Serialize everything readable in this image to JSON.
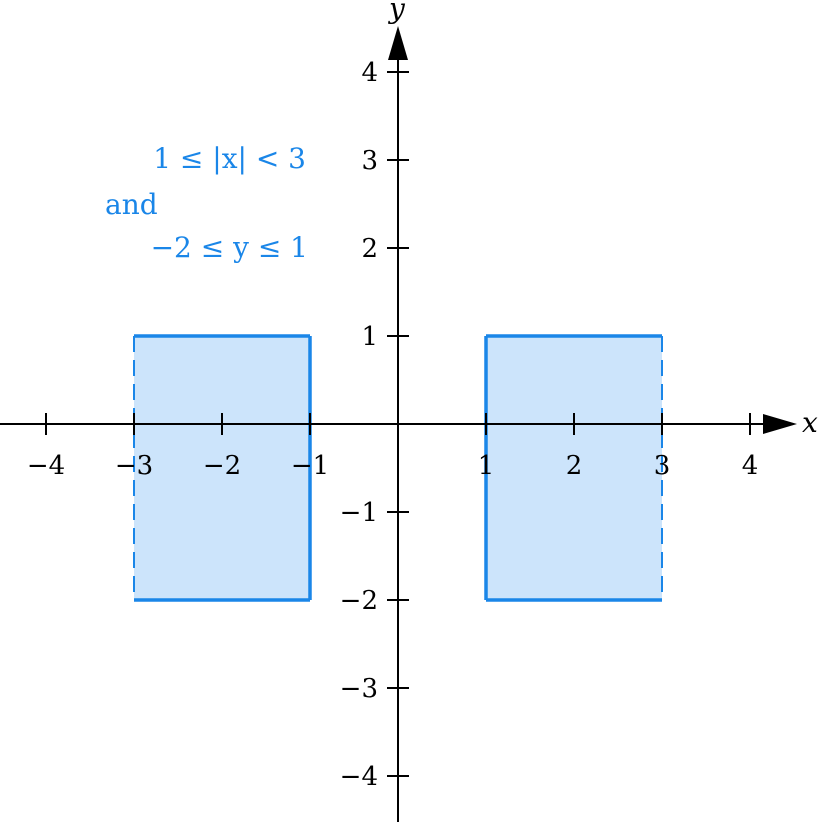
{
  "chart_data": {
    "type": "region",
    "xlabel": "x",
    "ylabel": "y",
    "xlim": [
      -4.5,
      4.5
    ],
    "ylim": [
      -4.5,
      4.5
    ],
    "x_ticks": [
      -4,
      -3,
      -2,
      -1,
      1,
      2,
      3,
      4
    ],
    "x_tick_labels": [
      "−4",
      "−3",
      "−2",
      "−1",
      "1",
      "2",
      "3",
      "4"
    ],
    "y_ticks": [
      -4,
      -3,
      -2,
      -1,
      1,
      2,
      3,
      4
    ],
    "y_tick_labels": [
      "−4",
      "−3",
      "−2",
      "−1",
      "1",
      "2",
      "3",
      "4"
    ],
    "annotation": {
      "line1": "1 ≤ |x| < 3",
      "line2": "and",
      "line3": "−2 ≤ y ≤ 1"
    },
    "regions": [
      {
        "x_min": -3,
        "x_max": -1,
        "y_min": -2,
        "y_max": 1,
        "dashed_edge": "left"
      },
      {
        "x_min": 1,
        "x_max": 3,
        "y_min": -2,
        "y_max": 1,
        "dashed_edge": "right"
      }
    ],
    "colors": {
      "region_fill": "#cce4fb",
      "region_stroke": "#1a86e8",
      "axis": "#000000"
    }
  }
}
